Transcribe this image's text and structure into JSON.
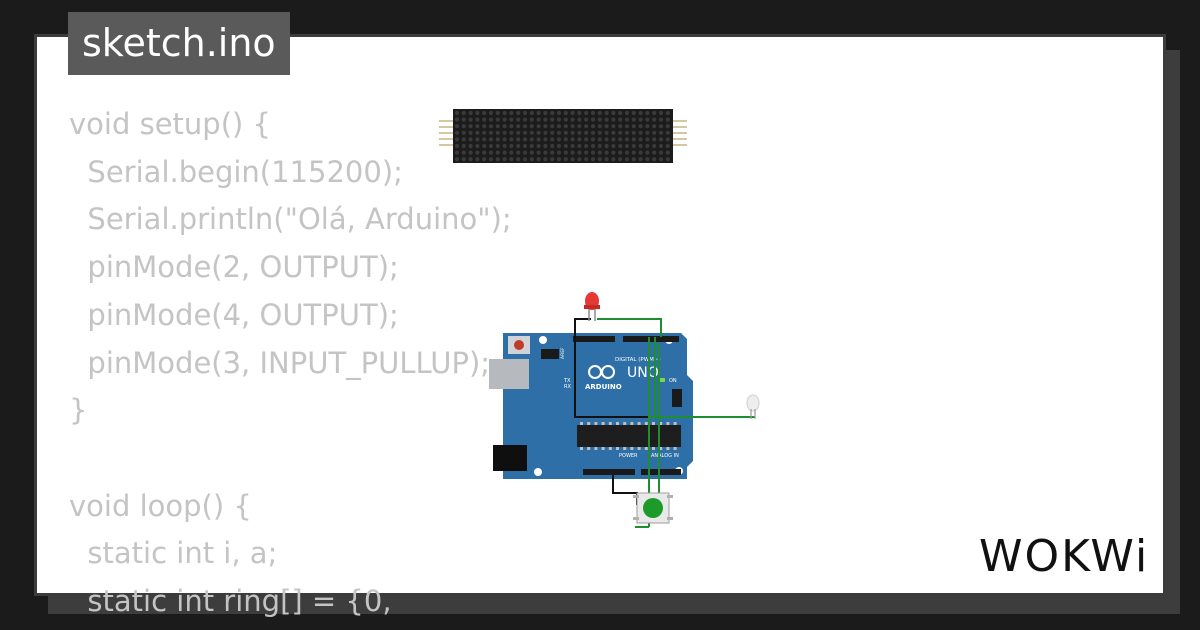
{
  "title": "sketch.ino",
  "code_lines": [
    "void setup() {",
    "  Serial.begin(115200);",
    "  Serial.println(\"Olá, Arduino\");",
    "  pinMode(2, OUTPUT);",
    "  pinMode(4, OUTPUT);",
    "  pinMode(3, INPUT_PULLUP);",
    "}",
    "",
    "void loop() {",
    "  static int i, a;",
    "  static int ring[] = {0,"
  ],
  "board": {
    "brand": "ARDUINO",
    "model": "UNO",
    "digital_label": "DIGITAL (PWM~)",
    "power_label": "POWER",
    "analog_label": "ANALOG IN",
    "tx_label": "TX",
    "rx_label": "RX",
    "on_label": "ON",
    "aref_label": "AREF"
  },
  "logo_text": "WOKWi",
  "colors": {
    "board": "#2e6fa7",
    "led_red": "#e53935",
    "button": "#1e9a2a",
    "wire_green": "#1e8f2f",
    "wire_black": "#111111"
  }
}
